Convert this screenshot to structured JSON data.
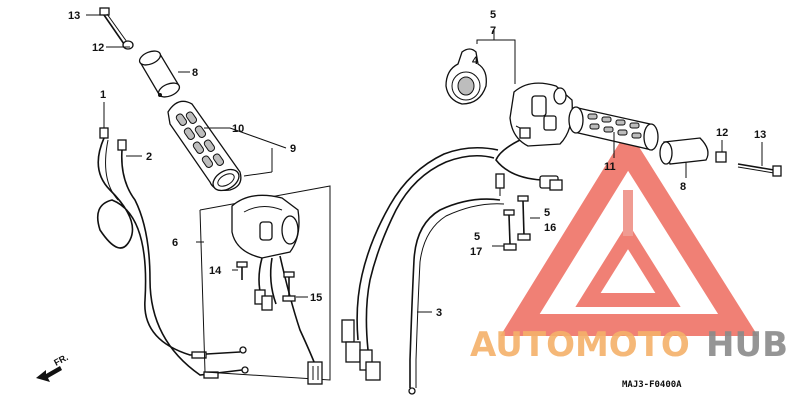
{
  "callouts": {
    "c13_left": "13",
    "c12_left": "12",
    "c8_left": "8",
    "c1": "1",
    "c2": "2",
    "c10": "10",
    "c9": "9",
    "c6": "6",
    "c14": "14",
    "c15": "15",
    "c5_top": "5",
    "c7": "7",
    "c4": "4",
    "c12_right": "12",
    "c13_right": "13",
    "c11": "11",
    "c8_right": "8",
    "c5_mid": "5",
    "c16": "16",
    "c5_low": "5",
    "c17": "17",
    "c3": "3"
  },
  "diagram_code": "MAJ3-F0400A",
  "direction_label": "FR.",
  "watermark": {
    "part1": "AUTOMOTO",
    "part2": "HUB",
    "color_orange": "#f5b16a",
    "color_red": "#ee6b5e",
    "color_gray": "#8a8a8a"
  }
}
